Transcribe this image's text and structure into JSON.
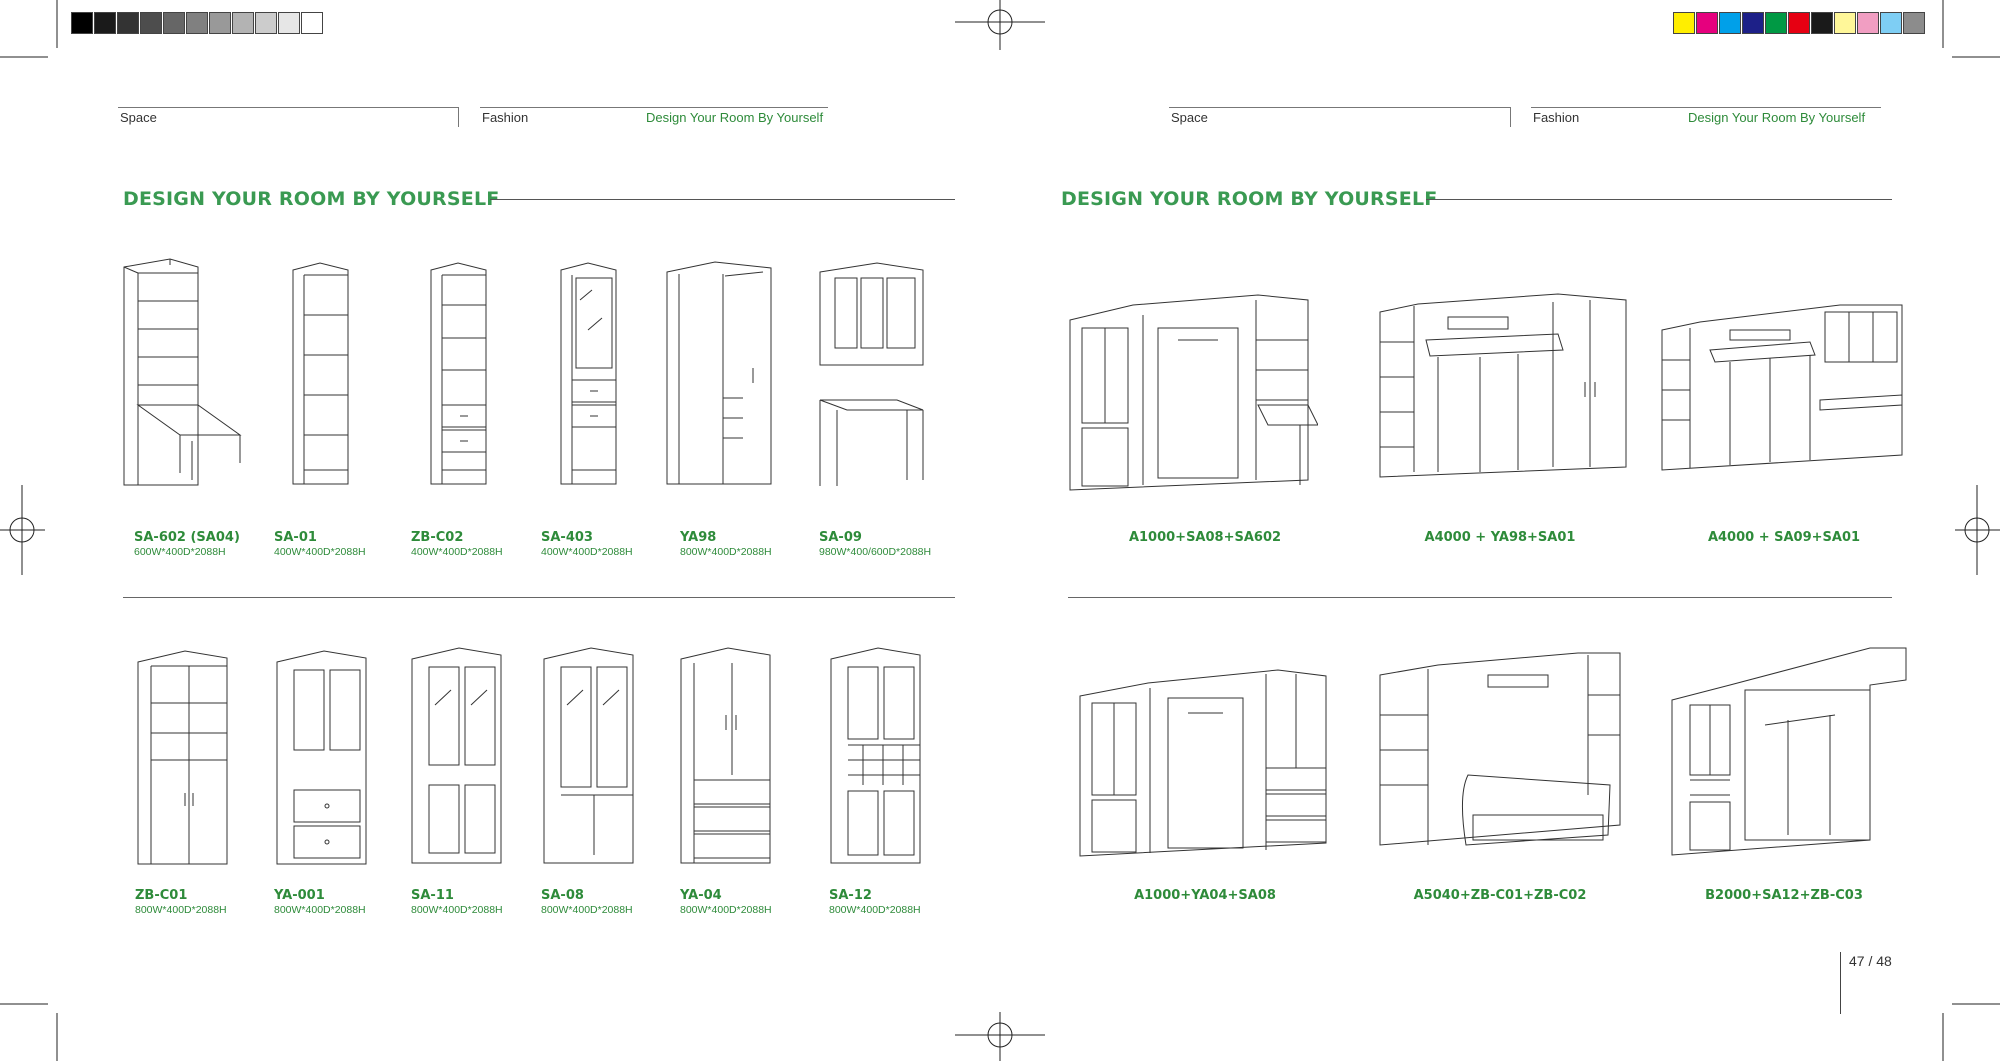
{
  "header_left": {
    "space": "Space",
    "fashion": "Fashion",
    "tagline": "Design Your Room By Yourself"
  },
  "header_right": {
    "space": "Space",
    "fashion": "Fashion",
    "tagline": "Design Your Room By Yourself"
  },
  "left_page": {
    "title": "DESIGN YOUR ROOM BY YOURSELF",
    "row1": [
      {
        "code": "SA-602 (SA04)",
        "dims": "600W*400D*2088H"
      },
      {
        "code": "SA-01",
        "dims": "400W*400D*2088H"
      },
      {
        "code": "ZB-C02",
        "dims": "400W*400D*2088H"
      },
      {
        "code": "SA-403",
        "dims": "400W*400D*2088H"
      },
      {
        "code": "YA98",
        "dims": "800W*400D*2088H"
      },
      {
        "code": "SA-09",
        "dims": "980W*400/600D*2088H"
      }
    ],
    "row2": [
      {
        "code": "ZB-C01",
        "dims": "800W*400D*2088H"
      },
      {
        "code": "YA-001",
        "dims": "800W*400D*2088H"
      },
      {
        "code": "SA-11",
        "dims": "800W*400D*2088H"
      },
      {
        "code": "SA-08",
        "dims": "800W*400D*2088H"
      },
      {
        "code": "YA-04",
        "dims": "800W*400D*2088H"
      },
      {
        "code": "SA-12",
        "dims": "800W*400D*2088H"
      }
    ]
  },
  "right_page": {
    "title": "DESIGN YOUR ROOM BY YOURSELF",
    "row1": [
      "A1000+SA08+SA602",
      "A4000 + YA98+SA01",
      "A4000 + SA09+SA01"
    ],
    "row2": [
      "A1000+YA04+SA08",
      "A5040+ZB-C01+ZB-C02",
      "B2000+SA12+ZB-C03"
    ]
  },
  "page_number": "47 / 48",
  "colors": {
    "accent_green": "#2e8b3a",
    "grayscale_bar": [
      "#000000",
      "#1a1a1a",
      "#333333",
      "#4d4d4d",
      "#666666",
      "#808080",
      "#999999",
      "#b3b3b3",
      "#cccccc",
      "#e6e6e6",
      "#ffffff"
    ],
    "color_bar": [
      "#ffee00",
      "#e6007e",
      "#00a0e9",
      "#1d2088",
      "#009944",
      "#e60012",
      "#1a1a1a",
      "#fff799",
      "#f19ec2",
      "#7ecef4",
      "#8c8c8c"
    ]
  }
}
